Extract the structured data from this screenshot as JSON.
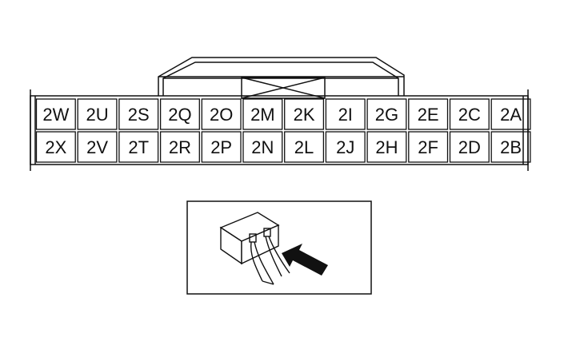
{
  "connector": {
    "top_row": [
      "2W",
      "2U",
      "2S",
      "2Q",
      "2O",
      "2M",
      "2K",
      "2I",
      "2G",
      "2E",
      "2C",
      "2A"
    ],
    "bottom_row": [
      "2X",
      "2V",
      "2T",
      "2R",
      "2P",
      "2N",
      "2L",
      "2J",
      "2H",
      "2F",
      "2D",
      "2B"
    ]
  },
  "inset": {
    "arrow_icon": "probe-direction-arrow",
    "plug_icon": "connector-plug"
  },
  "colors": {
    "line": "#111111",
    "background": "#ffffff"
  }
}
